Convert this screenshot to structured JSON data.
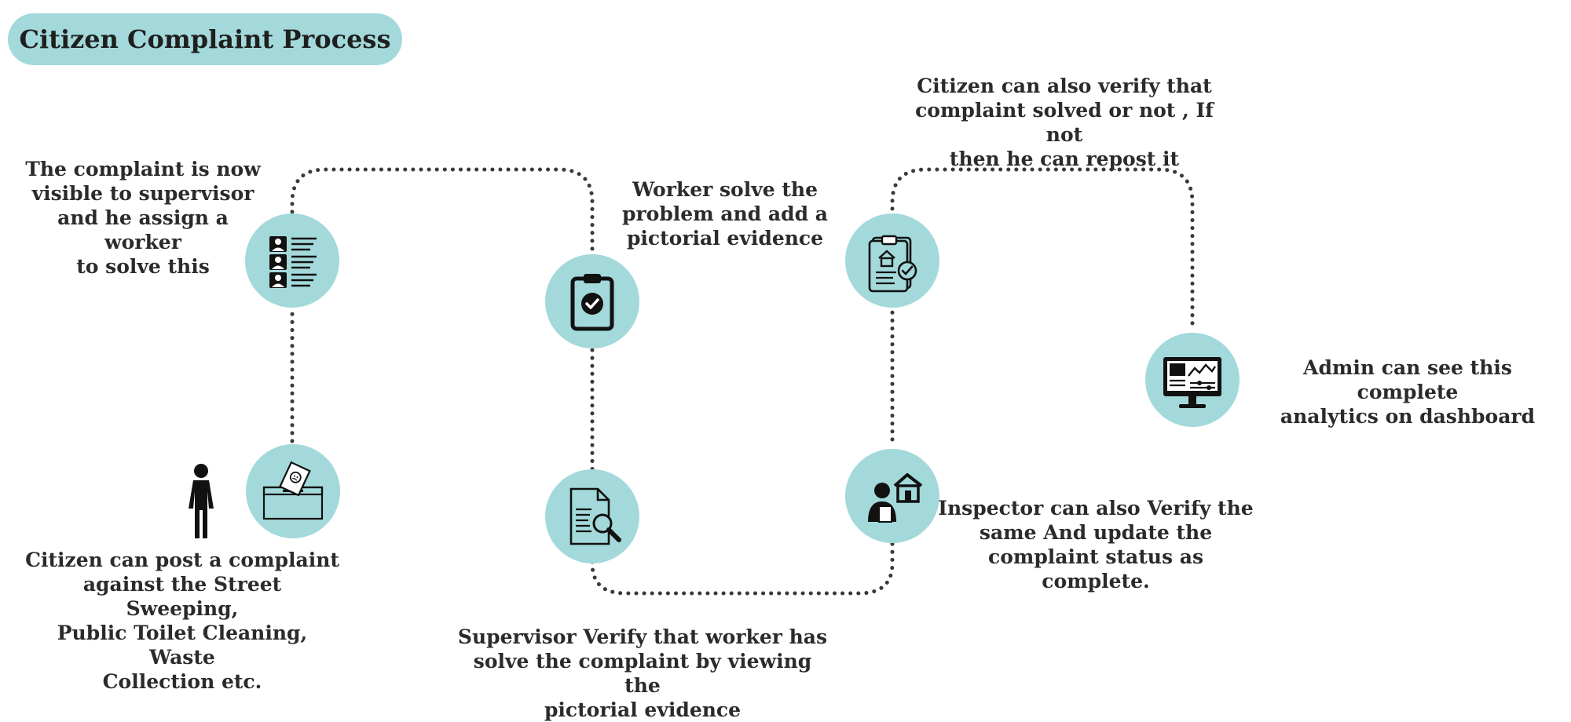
{
  "title": "Citizen Complaint Process",
  "colors": {
    "accent": "#a3d9da",
    "line": "#3a3a3a",
    "icon": "#111111"
  },
  "steps": [
    {
      "icon": "ballot-box-icon",
      "text": "Citizen can post a complaint\nagainst the Street Sweeping,\nPublic Toilet Cleaning, Waste\nCollection etc."
    },
    {
      "icon": "staff-list-icon",
      "text": "The complaint is now\nvisible to supervisor\nand he assign a worker\nto solve this"
    },
    {
      "icon": "clipboard-check-icon",
      "text": "Worker solve the\nproblem and add a\npictorial evidence"
    },
    {
      "icon": "document-search-icon",
      "text": "Supervisor Verify that worker has\nsolve the complaint by viewing the\npictorial evidence"
    },
    {
      "icon": "inspector-house-icon",
      "text": "Inspector can also Verify the\nsame  And update the\ncomplaint status as complete."
    },
    {
      "icon": "house-report-check-icon",
      "text": "Citizen can also verify that\ncomplaint solved or not , If not\nthen he can repost it"
    },
    {
      "icon": "analytics-monitor-icon",
      "text": "Admin can see this complete\nanalytics on dashboard"
    }
  ]
}
